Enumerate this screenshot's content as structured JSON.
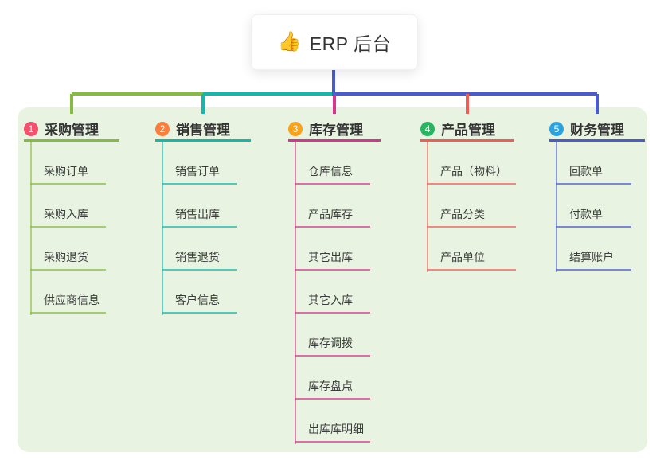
{
  "root": {
    "emoji": "👍",
    "label": "ERP 后台"
  },
  "panel": {
    "background": "#e8f4e1"
  },
  "connector": {
    "root_trunk_color": "#4a5bce"
  },
  "branches": [
    {
      "number": "1",
      "label": "采购管理",
      "badge_color": "#f4516c",
      "line_color": "#85bb40",
      "items": [
        "采购订单",
        "采购入库",
        "采购退货",
        "供应商信息"
      ]
    },
    {
      "number": "2",
      "label": "销售管理",
      "badge_color": "#fb7e3c",
      "line_color": "#13b8ab",
      "items": [
        "销售订单",
        "销售出库",
        "销售退货",
        "客户信息"
      ]
    },
    {
      "number": "3",
      "label": "库存管理",
      "badge_color": "#f9a21b",
      "line_color": "#d6368f",
      "items": [
        "仓库信息",
        "产品库存",
        "其它出库",
        "其它入库",
        "库存调拨",
        "库存盘点",
        "出库库明细"
      ]
    },
    {
      "number": "4",
      "label": "产品管理",
      "badge_color": "#28b561",
      "line_color": "#f25c57",
      "items": [
        "产品（物料）",
        "产品分类",
        "产品单位"
      ]
    },
    {
      "number": "5",
      "label": "财务管理",
      "badge_color": "#2aa3e0",
      "line_color": "#4a5bce",
      "items": [
        "回款单",
        "付款单",
        "结算账户"
      ]
    }
  ]
}
